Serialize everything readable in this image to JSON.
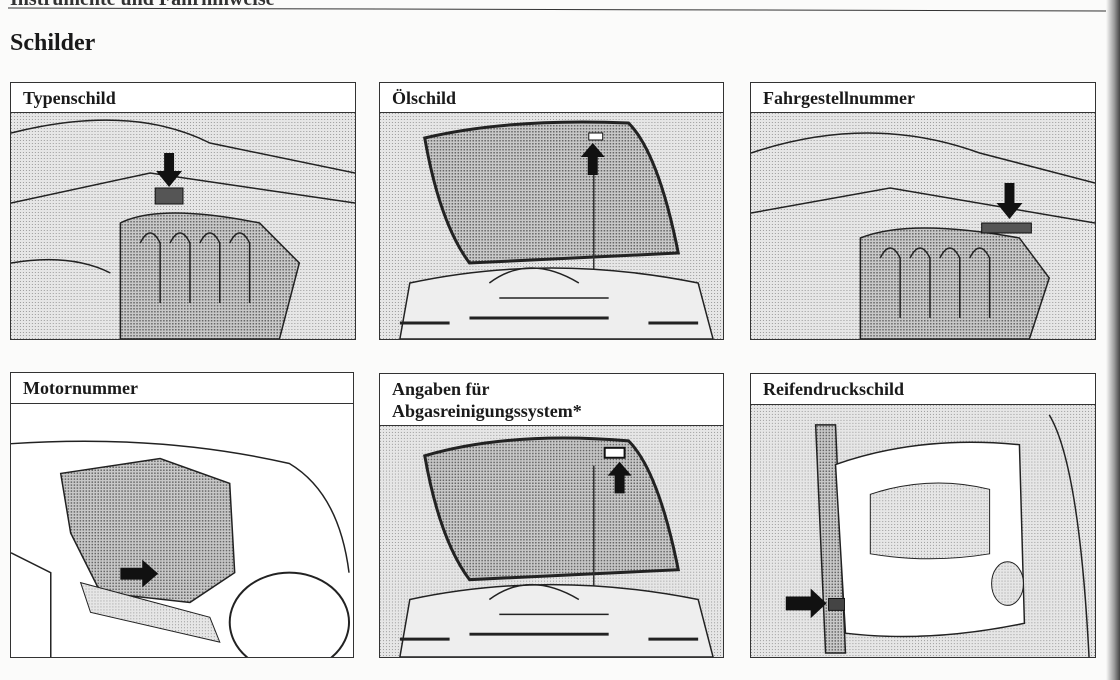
{
  "running_header": "Instrumente und Fahrhinweise",
  "page_title": "Schilder",
  "panels": [
    {
      "title": "Typenschild",
      "icon": "engine-bay-illustration"
    },
    {
      "title": "Ölschild",
      "icon": "open-hood-illustration"
    },
    {
      "title": "Fahrgestellnummer",
      "icon": "engine-bay-illustration"
    },
    {
      "title": "Motornummer",
      "icon": "engine-side-illustration"
    },
    {
      "title_line1": "Angaben für",
      "title_line2": "Abgasreinigungssystem*",
      "icon": "open-hood-illustration"
    },
    {
      "title": "Reifendruckschild",
      "icon": "door-illustration"
    }
  ]
}
